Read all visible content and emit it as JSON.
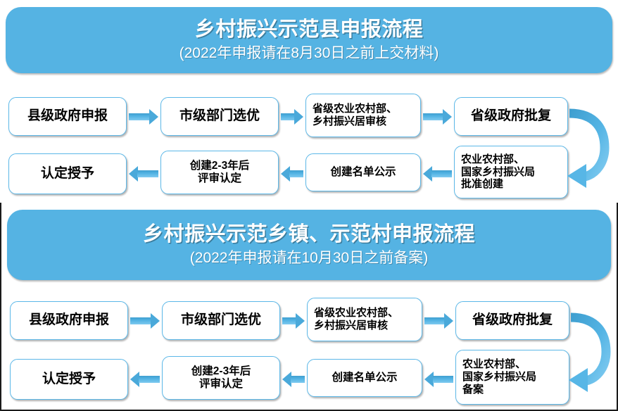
{
  "meta": {
    "accent_blue": "#55b3e3",
    "box_border_blue": "#5cb8e8",
    "arrow_blue": "#4aa9da",
    "frame_dark": "#1a1a1a",
    "background": "#ffffff"
  },
  "sections": [
    {
      "id": "county",
      "banner": {
        "title": "乡村振兴示范县申报流程",
        "subtitle": "(2022年申报请在8月30日之前上交材料)"
      },
      "row1": [
        {
          "label": "县级政府申报",
          "size": "lg"
        },
        {
          "label": "市级部门选优",
          "size": "lg"
        },
        {
          "label": "省级农业农村部、\n乡村振兴居审核",
          "size": "sm"
        },
        {
          "label": "省级政府批复",
          "size": "lg"
        }
      ],
      "row2": [
        {
          "label": "认定授予",
          "size": "lg"
        },
        {
          "label": "创建2-3年后\n评审认定",
          "size": "md"
        },
        {
          "label": "创建名单公示",
          "size": "md"
        },
        {
          "label": "农业农村部、\n国家乡村振兴局\n批准创建",
          "size": "sm"
        }
      ]
    },
    {
      "id": "town-village",
      "banner": {
        "title": "乡村振兴示范乡镇、示范村申报流程",
        "subtitle": "(2022年申报请在10月30日之前备案)"
      },
      "row1": [
        {
          "label": "县级政府申报",
          "size": "lg"
        },
        {
          "label": "市级部门选优",
          "size": "lg"
        },
        {
          "label": "省级农业农村部、\n乡村振兴居审核",
          "size": "sm"
        },
        {
          "label": "省级政府批复",
          "size": "lg"
        }
      ],
      "row2": [
        {
          "label": "认定授予",
          "size": "lg"
        },
        {
          "label": "创建2-3年后\n评审认定",
          "size": "md"
        },
        {
          "label": "创建名单公示",
          "size": "md"
        },
        {
          "label": "农业农村部、\n国家乡村振兴局\n备案",
          "size": "sm"
        }
      ]
    }
  ],
  "connectors": {
    "row1_direction": "right",
    "row2_direction": "left",
    "loop_description": "curved-arrow-from-provincial-approval-down-to-ministry-box"
  }
}
